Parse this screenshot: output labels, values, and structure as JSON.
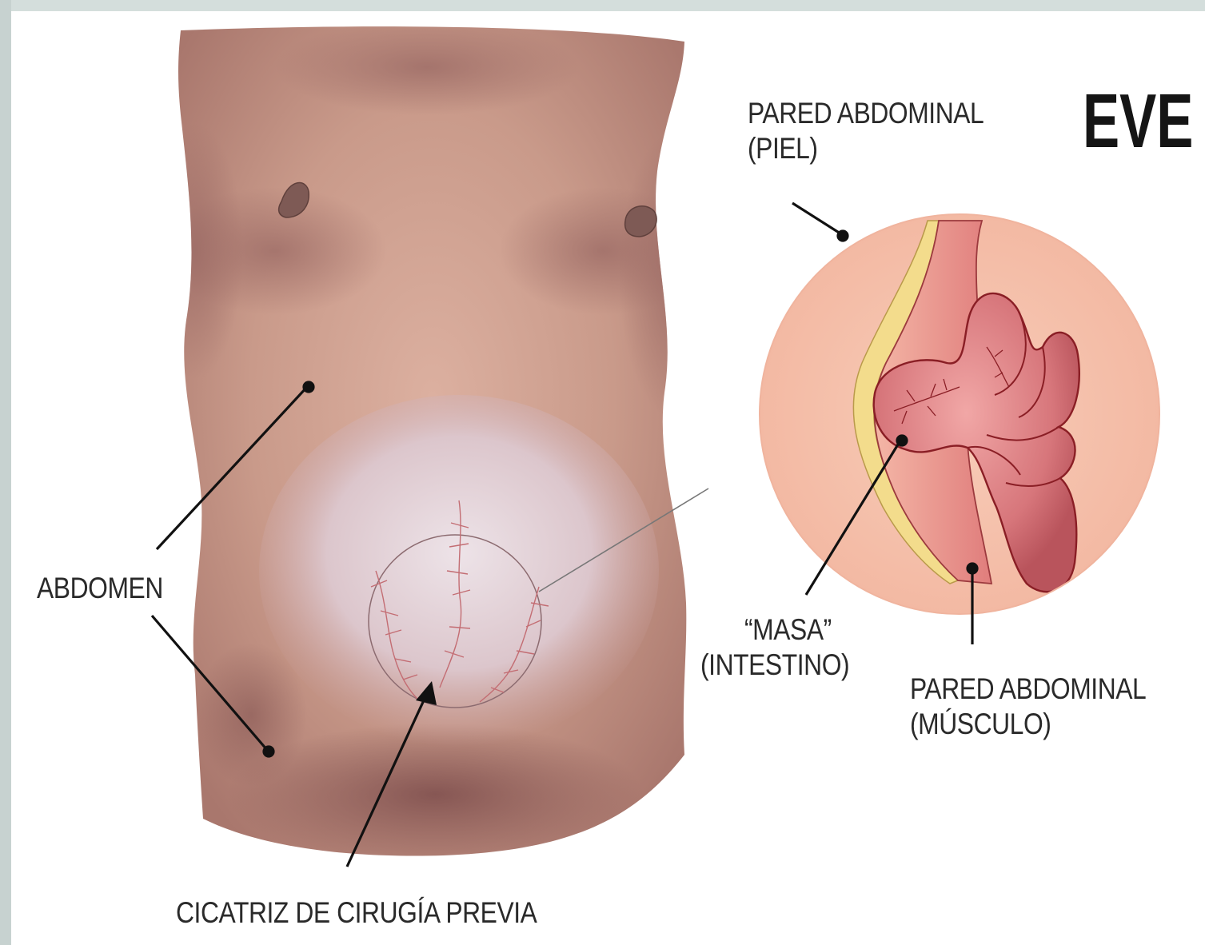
{
  "title": "EVE",
  "labels": {
    "pared_piel_line1": "PARED ABDOMINAL",
    "pared_piel_line2": "(PIEL)",
    "abdomen": "ABDOMEN",
    "masa_line1": "“MASA”",
    "masa_line2": "(INTESTINO)",
    "pared_musculo_line1": "PARED ABDOMINAL",
    "pared_musculo_line2": "(MÚSCULO)",
    "cicatriz": "CICATRIZ DE CIRUGÍA PREVIA"
  },
  "colors": {
    "skin": "#c99a8a",
    "skin_shadow": "#9b6a64",
    "hernia_bulge": "#e8d8dc",
    "inset_background": "#f6c2ad",
    "intestine": "#d9787d",
    "intestine_outline": "#8a1e25",
    "fat_layer": "#f2dc8a",
    "muscle": "#e7908c",
    "leader_line": "#111111"
  }
}
